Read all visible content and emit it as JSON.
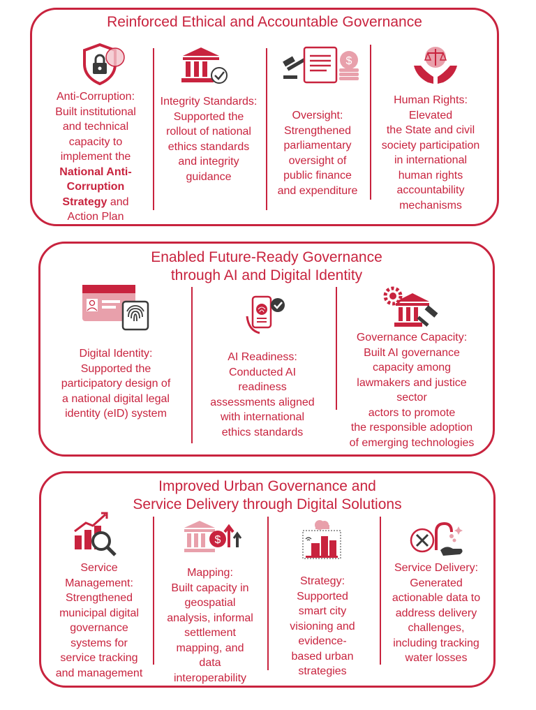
{
  "colors": {
    "accent": "#c8233e",
    "accent_light": "#e8a0ab",
    "dark": "#3a3a3a"
  },
  "panels": [
    {
      "title": [
        "Reinforced Ethical and Accountable Governance"
      ],
      "items": [
        {
          "icon": "shield-lock-icon",
          "lines": [
            "Anti-Corruption:",
            "Built institutional",
            "and technical",
            "capacity to",
            "implement the"
          ],
          "bold_lines": [
            "National Anti-",
            "Corruption",
            "Strategy"
          ],
          "after_bold": " and",
          "last_line": "Action Plan"
        },
        {
          "icon": "bank-check-icon",
          "lines": [
            "Integrity Standards:",
            "Supported the",
            "rollout of national",
            "ethics standards",
            "and integrity",
            "guidance"
          ]
        },
        {
          "icon": "gavel-document-coins-icon",
          "lines": [
            "Oversight:",
            "Strengthened",
            "parliamentary",
            "oversight of",
            "public finance",
            "and expenditure"
          ]
        },
        {
          "icon": "hands-justice-scale-icon",
          "lines": [
            "Human Rights:",
            "Elevated",
            "the State and civil",
            "society participation",
            "in international",
            "human rights",
            "accountability",
            "mechanisms"
          ]
        }
      ]
    },
    {
      "title": [
        "Enabled Future-Ready Governance",
        "through AI and Digital Identity"
      ],
      "items": [
        {
          "icon": "id-card-fingerprint-icon",
          "lines": [
            "Digital Identity:",
            "Supported the",
            "participatory design of",
            "a national digital legal",
            "identity (eID) system"
          ]
        },
        {
          "icon": "phone-ai-brain-icon",
          "lines": [
            "AI Readiness:",
            "Conducted AI",
            "readiness",
            "assessments aligned",
            "with international",
            "ethics standards"
          ]
        },
        {
          "icon": "gear-bank-gavel-icon",
          "lines": [
            "Governance Capacity:",
            "Built AI governance",
            "capacity among",
            "lawmakers and justice",
            "sector",
            "actors to promote",
            "the responsible adoption",
            "of emerging technologies"
          ]
        }
      ]
    },
    {
      "title": [
        "Improved Urban Governance and",
        "Service Delivery through Digital Solutions"
      ],
      "items": [
        {
          "icon": "growth-chart-magnifier-icon",
          "lines": [
            "Service",
            "Management:",
            "Strengthened",
            "municipal digital",
            "governance",
            "systems for",
            "service tracking",
            "and management"
          ]
        },
        {
          "icon": "bank-dollar-arrow-icon",
          "lines": [
            "Mapping:",
            "Built capacity in",
            "geospatial",
            "analysis, informal",
            "settlement",
            "mapping, and",
            "data",
            "interoperability"
          ]
        },
        {
          "icon": "smart-city-icon",
          "lines": [
            "Strategy:",
            "Supported",
            "smart city",
            "visioning and",
            "evidence-",
            "based urban",
            "strategies"
          ]
        },
        {
          "icon": "tools-water-tap-icon",
          "lines": [
            "Service Delivery:",
            "Generated",
            "actionable data to",
            "address delivery",
            "challenges,",
            "including tracking",
            "water losses"
          ]
        }
      ]
    }
  ]
}
